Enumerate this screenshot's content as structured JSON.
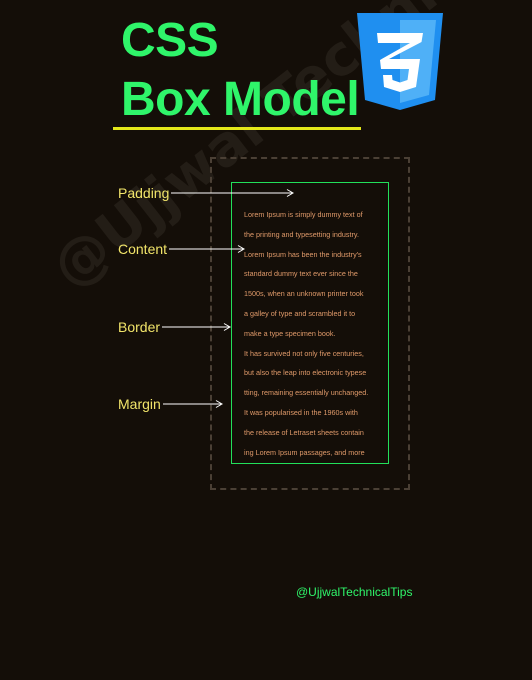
{
  "title": {
    "line1": "CSS",
    "line2": "Box Model"
  },
  "logo": {
    "icon": "css3-shield-icon",
    "color": "#1f8ff0"
  },
  "labels": {
    "padding": "Padding",
    "content": "Content",
    "border": "Border",
    "margin": "Margin"
  },
  "content_lines": [
    "Lorem Ipsum is simply dummy text of",
    "the printing and typesetting industry.",
    "Lorem Ipsum has been the industry's",
    "standard dummy text ever since the",
    "1500s, when an unknown printer took",
    "a galley of type and scrambled it to",
    "make a type specimen book.",
    "It has survived not only five centuries,",
    "but also the leap into electronic typese",
    "tting, remaining essentially unchanged.",
    "It was popularised in the 1960s with",
    "the release of Letraset sheets contain",
    "ing Lorem Ipsum passages, and more"
  ],
  "watermark": "@Ujjwal TechnicalTips",
  "handle": "@UjjwalTechnicalTips",
  "colors": {
    "background": "#140e08",
    "title": "#2ff56a",
    "underline": "#e4e81a",
    "labels": "#f2e56a",
    "border_box": "#22e05a",
    "margin_box": "#4b4035",
    "content_text": "#e09a6a"
  }
}
